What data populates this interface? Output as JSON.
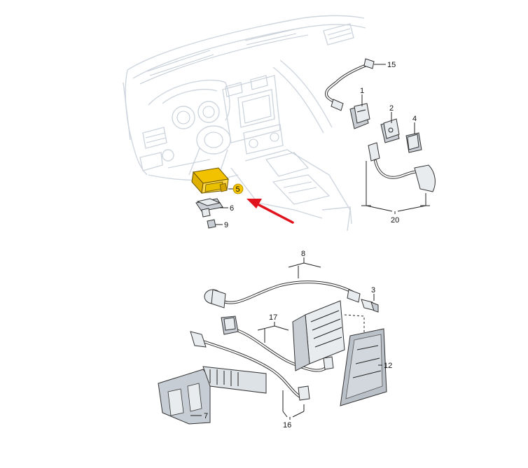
{
  "diagram": {
    "top_labels": [
      "15",
      "1",
      "2",
      "4",
      "5",
      "6",
      "9",
      "20"
    ],
    "bottom_labels": [
      "8",
      "3",
      "17",
      "12",
      "7",
      "16"
    ],
    "highlight_label": "5",
    "colors": {
      "highlight_part": "#f2c200",
      "highlight_badge": "#f5c400",
      "arrow": "#e0141e",
      "outline": "#333333",
      "dashboard_lines": "#cfd6de"
    }
  }
}
